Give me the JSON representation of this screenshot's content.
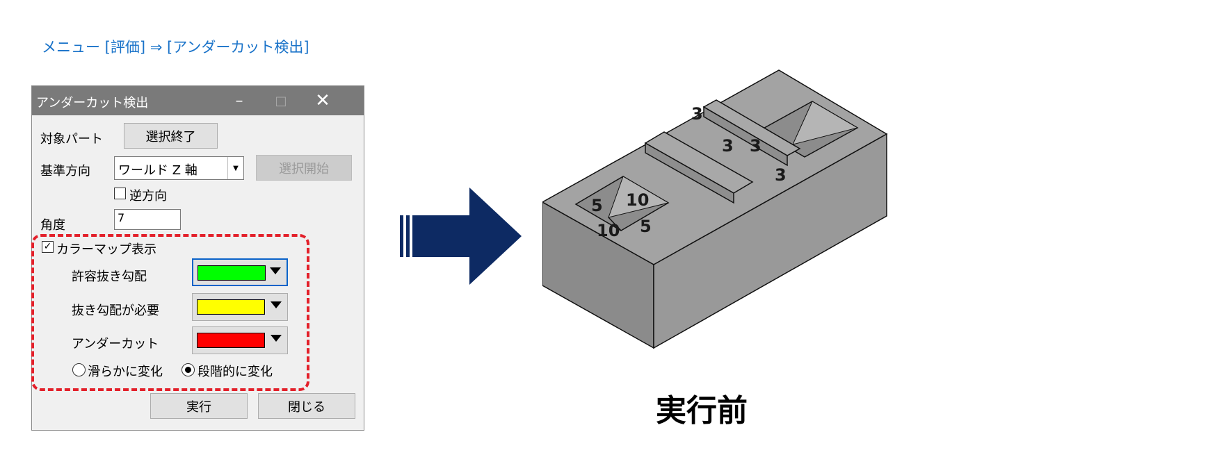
{
  "breadcrumb": "メニュー [評価] ⇒ [アンダーカット検出]",
  "dialog": {
    "title": "アンダーカット検出",
    "controls": {
      "minimize": "–",
      "maximize": "□",
      "close": "✕"
    },
    "target_part_label": "対象パート",
    "target_part_button": "選択終了",
    "ref_direction_label": "基準方向",
    "ref_direction_value": "ワールド Z 軸",
    "select_start_button": "選択開始",
    "reverse_label": "逆方向",
    "reverse_checked": false,
    "angle_label": "角度",
    "angle_value": "7",
    "colormap_label": "カラーマップ表示",
    "colormap_checked": true,
    "colors": [
      {
        "label": "許容抜き勾配",
        "color": "#00ff00"
      },
      {
        "label": "抜き勾配が必要",
        "color": "#ffff00"
      },
      {
        "label": "アンダーカット",
        "color": "#ff0000"
      }
    ],
    "radio_smooth": "滑らかに変化",
    "radio_step": "段階的に変化",
    "selected_mode": "段階的に変化",
    "run_button": "実行",
    "close_button": "閉じる"
  },
  "figure": {
    "dimensions": [
      "3",
      "3",
      "3",
      "3",
      "10",
      "5",
      "10",
      "5"
    ],
    "caption": "実行前"
  },
  "colors": {
    "accent": "#1a73c9",
    "highlight": "#e3202a",
    "arrow": "#0d2a63",
    "model_top": "#a3a3a3",
    "model_side": "#8a8a8a"
  }
}
